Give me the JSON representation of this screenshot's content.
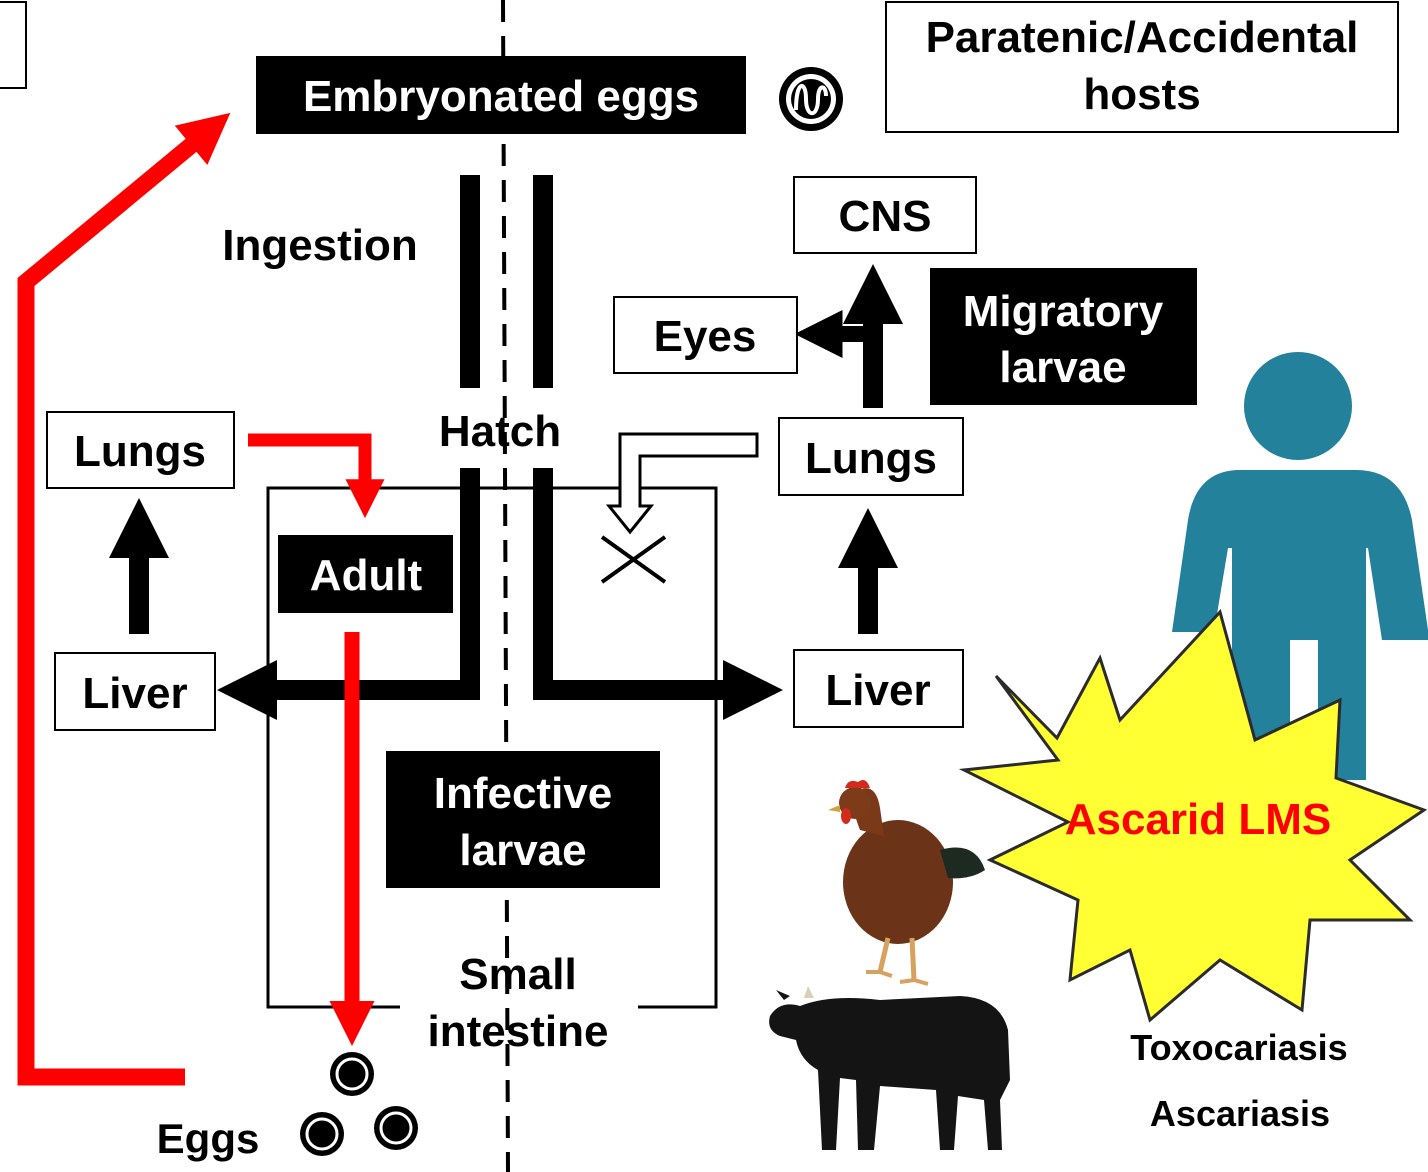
{
  "colors": {
    "red": "#ff0000",
    "black": "#000000",
    "human": "#23819b",
    "burst_fill": "#ffff33",
    "burst_stroke": "#2b2b2b"
  },
  "top": {
    "embryonated_eggs": "Embryonated eggs",
    "paratenic_hosts_line1": "Paratenic/Accidental",
    "paratenic_hosts_line2": "hosts",
    "egg_icon": "ascarid-egg-icon"
  },
  "definitive_side": {
    "ingestion": "Ingestion",
    "hatch": "Hatch",
    "lungs": "Lungs",
    "liver": "Liver",
    "adult": "Adult",
    "infective_larvae_line1": "Infective",
    "infective_larvae_line2": "larvae",
    "small_intestine_line1": "Small",
    "small_intestine_line2": "intestine",
    "eggs": "Eggs"
  },
  "paratenic_side": {
    "cns": "CNS",
    "eyes": "Eyes",
    "migratory_larvae_line1": "Migratory",
    "migratory_larvae_line2": "larvae",
    "lungs": "Lungs",
    "liver": "Liver",
    "blocked_icon": "x-mark-icon"
  },
  "burst": {
    "label": "Ascarid LMS"
  },
  "diseases": {
    "toxocariasis": "Toxocariasis",
    "ascariasis": "Ascariasis"
  },
  "images": {
    "human": "human-silhouette-icon",
    "chicken": "chicken-image",
    "cow": "cow-image"
  }
}
